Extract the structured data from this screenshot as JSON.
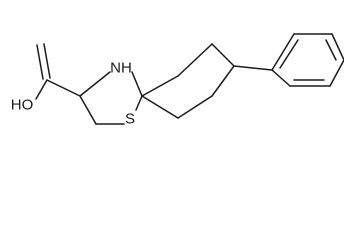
{
  "molecule": {
    "atoms": {
      "hydroxyl": "HO",
      "nitrogen_h": "NH",
      "sulfur": "S"
    }
  }
}
